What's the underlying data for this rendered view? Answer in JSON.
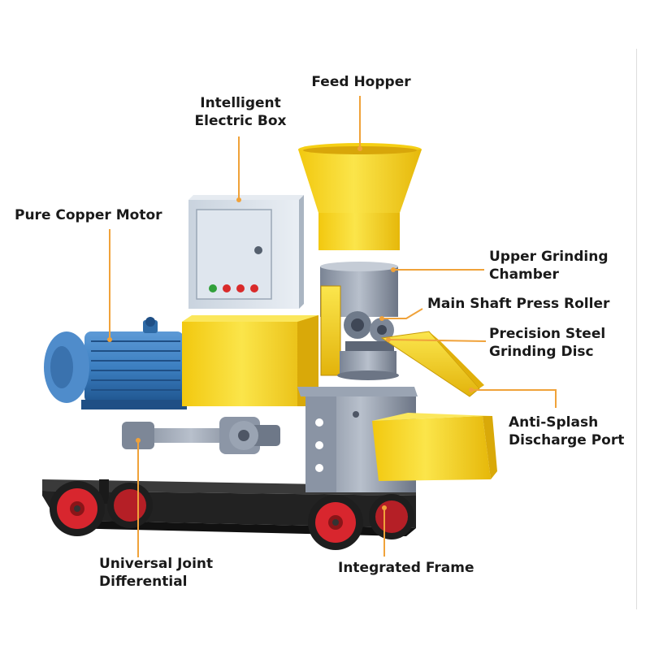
{
  "labels": {
    "feed_hopper": "Feed Hopper",
    "electric_box": [
      "Intelligent",
      "Electric Box"
    ],
    "motor": "Pure Copper Motor",
    "upper_grinding": [
      "Upper Grinding",
      "Chamber"
    ],
    "press_roller": "Main Shaft Press Roller",
    "grinding_disc": [
      "Precision Steel",
      "Grinding Disc"
    ],
    "discharge_port": [
      "Anti-Splash",
      "Discharge Port"
    ],
    "universal_joint": [
      "Universal Joint",
      "Differential"
    ],
    "frame": "Integrated Frame"
  },
  "colors": {
    "leader_line": "#f0a23a",
    "hopper_yellow": "#f7d91c",
    "motor_blue": "#3c7fc1",
    "frame_dark": "#2b2b2b",
    "wheel_red": "#d8262e",
    "steel_gray": "#8c96a6"
  }
}
